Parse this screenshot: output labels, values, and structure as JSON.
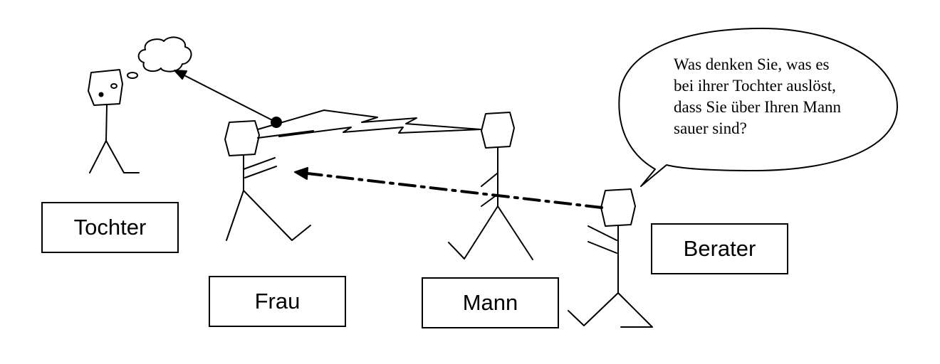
{
  "labels": {
    "tochter": "Tochter",
    "frau": "Frau",
    "mann": "Mann",
    "berater": "Berater"
  },
  "speech_bubble": {
    "lines": [
      "Was denken Sie, was es",
      "bei ihrer Tochter auslöst,",
      "dass Sie über Ihren Mann",
      "sauer sind?"
    ]
  },
  "colors": {
    "ink": "#000000",
    "background": "#ffffff"
  }
}
